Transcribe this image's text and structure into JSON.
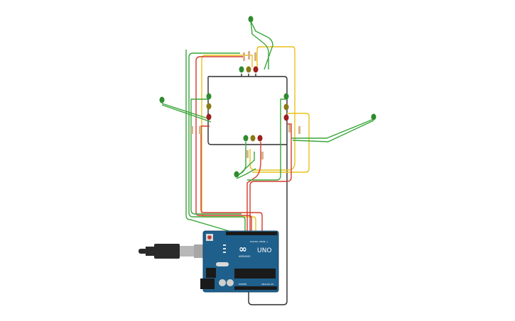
{
  "board": {
    "logo_text": "∞",
    "brand_text": "ARDUINO",
    "model_text": "UNO",
    "digital_label": "DIGITAL (PWM~)",
    "analog_label": "ANALOG IN",
    "power_label": "POWER"
  },
  "colors": {
    "background": "#ffffff",
    "board": "#1f5f8b",
    "board_edge": "#17496b",
    "wire_green": "#3aa63a",
    "wire_red": "#d33b2c",
    "wire_yellow": "#e8c21a",
    "wire_black": "#2b2b2b",
    "led_green": "#2e8b2e",
    "led_yellow": "#8a7a14",
    "led_red": "#9e1d1d",
    "usb_cable": "#2a2a2a"
  },
  "components": {
    "traffic_lights": [
      "top",
      "left",
      "right",
      "bottom"
    ],
    "pedestrian_leds": [
      "top-far",
      "left-far",
      "right-far",
      "bottom-far"
    ]
  }
}
